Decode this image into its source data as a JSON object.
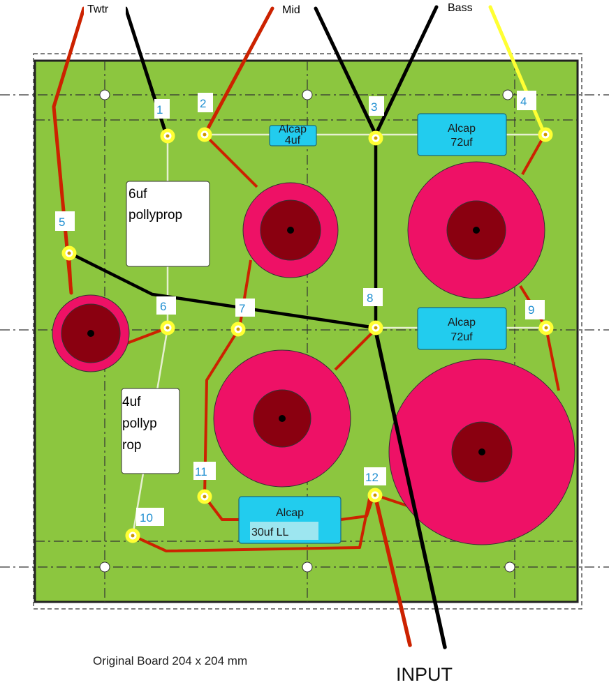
{
  "labels": {
    "twtr": "Twtr",
    "mid": "Mid",
    "bass": "Bass",
    "input": "INPUT",
    "footer": "Original Board 204 x 204 mm"
  },
  "nodes": [
    "1",
    "2",
    "3",
    "4",
    "5",
    "6",
    "7",
    "8",
    "9",
    "10",
    "11",
    "12"
  ],
  "capacitors": {
    "c4uf": {
      "line1": "Alcap",
      "line2": "4uf"
    },
    "c72a": {
      "line1": "Alcap",
      "line2": "72uf"
    },
    "c72b": {
      "line1": "Alcap",
      "line2": "72uf"
    },
    "c30": {
      "line1": "Alcap",
      "line2": "30uf LL"
    },
    "f6": {
      "line1": "6uf",
      "line2": "pollyprop"
    },
    "f4": {
      "line1": "4uf",
      "line2": "pollyp",
      "line3": "rop"
    }
  },
  "colors": {
    "board": "#8cc63f",
    "trace_red": "#cc2200",
    "trace_black": "#000000",
    "trace_yellow": "#ffff33",
    "wire_white": "#e6f0d0",
    "coil": "#ee1166",
    "coil_core": "#8a0010",
    "alcap": "#22ccee",
    "node_ring": "#ffff33",
    "node_number": "#1f8fd1"
  }
}
